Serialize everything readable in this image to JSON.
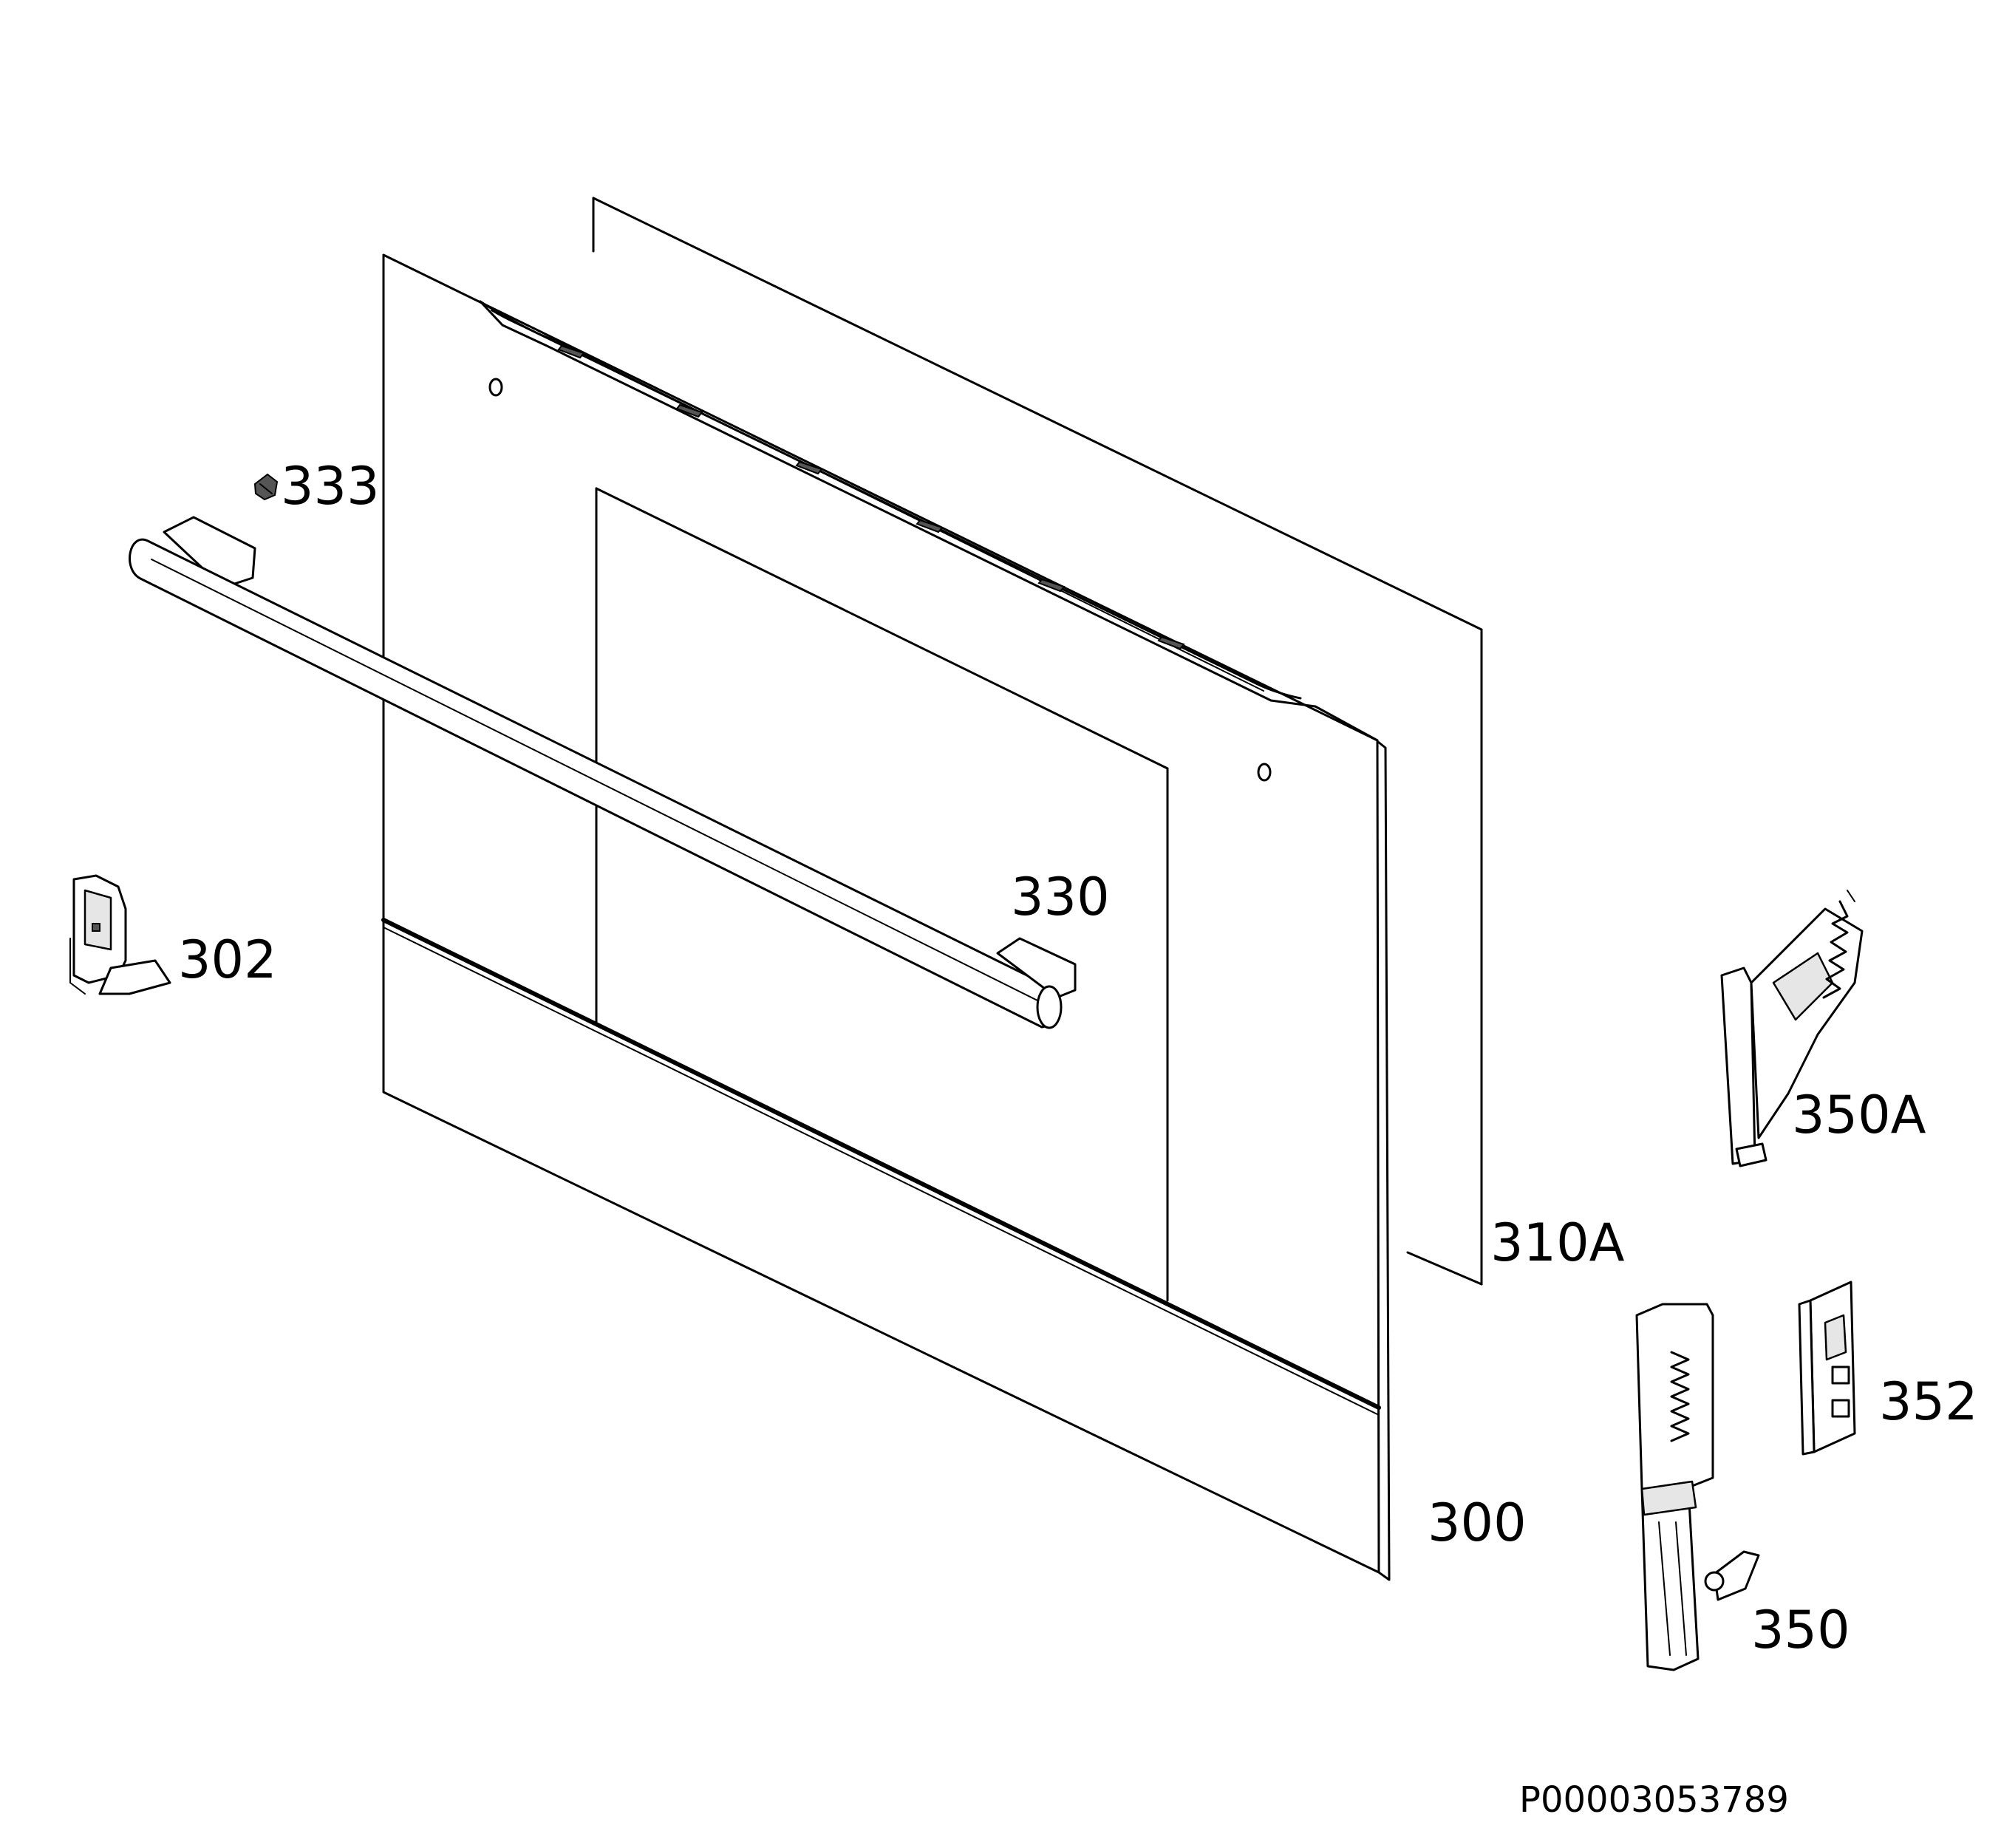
{
  "parts": [
    {
      "id": "glass-panel",
      "number": "310A"
    },
    {
      "id": "door-outer",
      "number": "300"
    },
    {
      "id": "handle",
      "number": "330"
    },
    {
      "id": "screw",
      "number": "333"
    },
    {
      "id": "door-catch",
      "number": "302"
    },
    {
      "id": "hinge-a",
      "number": "350A"
    },
    {
      "id": "hinge",
      "number": "350"
    },
    {
      "id": "hinge-receiver",
      "number": "352"
    }
  ],
  "drawing_code": "P00003053789"
}
